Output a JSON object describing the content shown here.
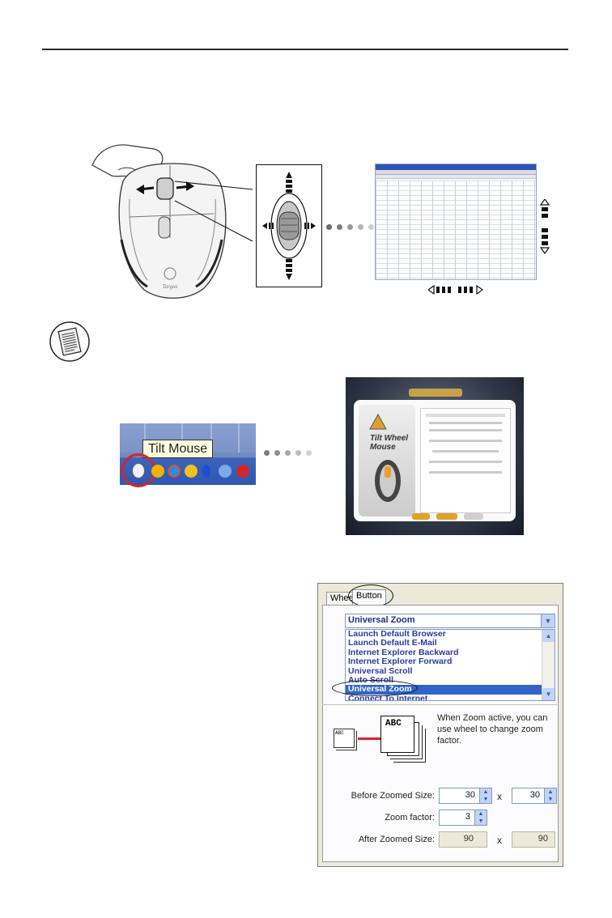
{
  "taskbar": {
    "tooltip": "Tilt Mouse"
  },
  "app_window": {
    "title": "Tilt Wheel Mouse"
  },
  "dialog": {
    "tabs": [
      "Wheel",
      "Button"
    ],
    "combo_value": "Universal Zoom",
    "list_items": [
      "Launch Default Browser",
      "Launch Default E-Mail",
      "Internet Explorer Backward",
      "Internet Explorer Forward",
      "Universal Scroll",
      "Auto Scroll",
      "Universal Zoom",
      "Connect To Internet"
    ],
    "selected_item": "Universal Zoom",
    "zoom_description": "When Zoom active, you can use wheel to change zoom factor.",
    "illustration_text_small": "ABC",
    "illustration_text_large": "ABC",
    "before_zoomed_label": "Before Zoomed Size:",
    "before_w": "30",
    "before_h": "30",
    "times": "x",
    "zoom_factor_label": "Zoom factor:",
    "zoom_factor": "3",
    "after_zoomed_label": "After Zoomed Size:",
    "after_w": "90",
    "after_h": "90"
  },
  "colors": {
    "selection": "#3064c8",
    "highlight_circle": "#d8242a"
  }
}
